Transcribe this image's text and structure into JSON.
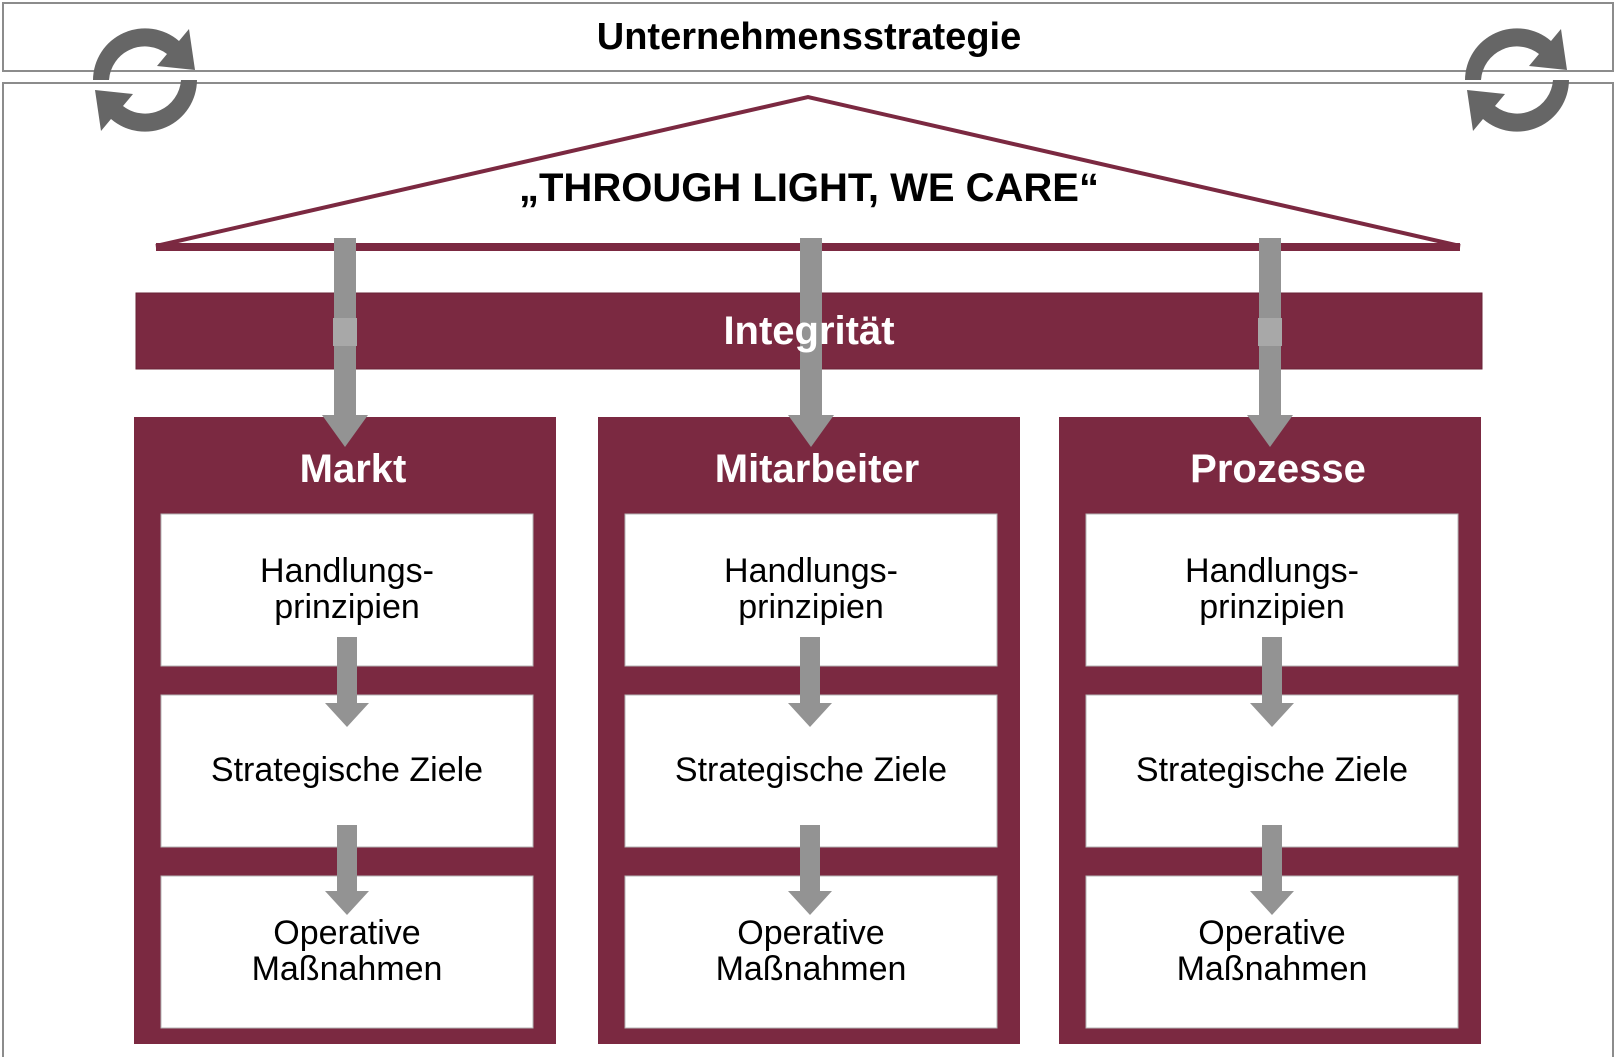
{
  "header": {
    "title": "Unternehmensstrategie"
  },
  "roof": {
    "motto": "„THROUGH LIGHT, WE CARE“"
  },
  "foundation": {
    "label": "Integrität"
  },
  "pillars": [
    {
      "title": "Markt",
      "boxes": [
        "Handlungs-\nprinzipien",
        "Strategische Ziele",
        "Operative\nMaßnahmen"
      ]
    },
    {
      "title": "Mitarbeiter",
      "boxes": [
        "Handlungs-\nprinzipien",
        "Strategische Ziele",
        "Operative\nMaßnahmen"
      ]
    },
    {
      "title": "Prozesse",
      "boxes": [
        "Handlungs-\nprinzipien",
        "Strategische Ziele",
        "Operative\nMaßnahmen"
      ]
    }
  ],
  "icons": {
    "cycle": "refresh-cycle-icon"
  },
  "colors": {
    "accent": "#7b2941",
    "arrow": "#939393",
    "icon": "#666666",
    "border": "#8c8c8c"
  }
}
